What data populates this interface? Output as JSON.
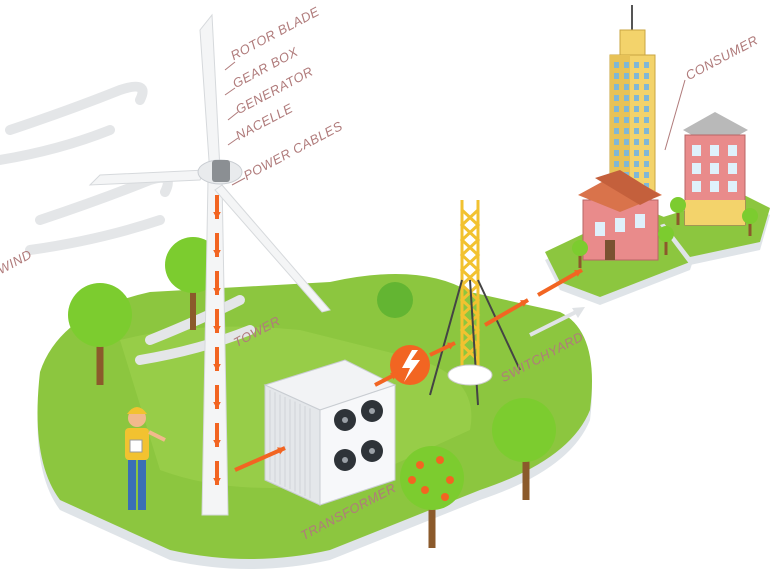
{
  "labels": {
    "rotor_blade": "ROTOR BLADE",
    "gear_box": "GEAR BOX",
    "generator": "GENERATOR",
    "nacelle": "NACELLE",
    "power_cables": "POWER CABLES",
    "wind": "WIND",
    "tower": "TOWER",
    "switchyard": "SWITCHYARD",
    "transformer": "TRANSFORMER",
    "consumer": "CONSUMER"
  },
  "colors": {
    "ground": "#8cc63f",
    "ground_edge": "#e8ecef",
    "tree": "#7ccc2f",
    "trunk": "#8b5a2b",
    "flow_arrow": "#f26522",
    "pylon": "#f2c230",
    "label": "#b07b7b",
    "building_yellow": "#f3d36b",
    "building_pink": "#e98b8b"
  }
}
